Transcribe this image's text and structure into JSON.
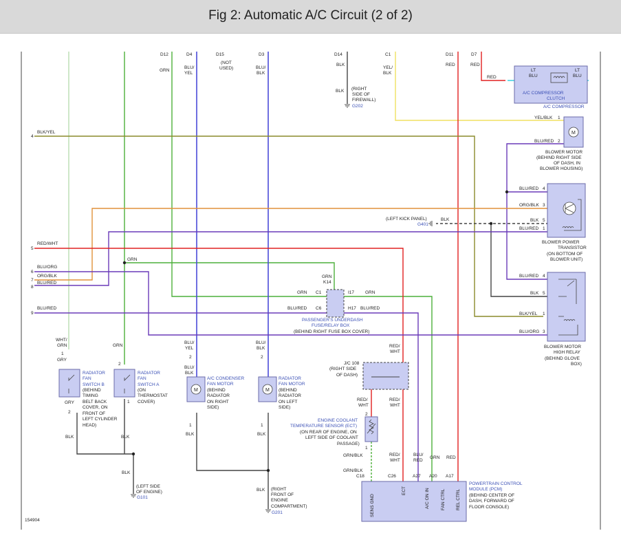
{
  "header": {
    "title": "Fig 2: Automatic A/C Circuit (2 of 2)"
  },
  "figure_id": "154904",
  "colors": {
    "title_bar": "#d9d9d9",
    "module_fill": "#c9cdf2",
    "wire_green": "#4caf3a",
    "wire_lightgreen": "#b8ddb0",
    "wire_blue": "#4a4ad8",
    "wire_red": "#e02020",
    "wire_yellow": "#f0e060",
    "wire_orange": "#e0913a",
    "wire_olive": "#8a8a2a",
    "wire_purple": "#6a3ab8",
    "wire_black": "#444444",
    "wire_cyan": "#3ad0e0"
  },
  "connectors_top": {
    "d12": "D12",
    "d4": "D4",
    "d15": "D15",
    "d3": "D3",
    "d14": "D14",
    "c1": "C1",
    "d11": "D11",
    "d7": "D7"
  },
  "wires_top": {
    "grn": "GRN",
    "blu_yel": "BLU/",
    "blu_yel2": "YEL",
    "not": "(NOT",
    "used": "USED)",
    "blu_blk": "BLU/",
    "blu_blk2": "BLK",
    "blk": "BLK",
    "yel_blk": "YEL/",
    "yel_blk2": "BLK",
    "red1": "RED",
    "red2": "RED"
  },
  "ground_g202": {
    "blk": "BLK",
    "l1": "(RIGHT",
    "l2": "SIDE OF",
    "l3": "FIREWALL)",
    "id": "G202"
  },
  "compressor": {
    "red": "RED",
    "lt_blu_left": "LT",
    "lt_blu_left2": "BLU",
    "lt_blu_right": "LT",
    "lt_blu_right2": "BLU",
    "clutch1": "A/C COMPRESSOR",
    "clutch2": "CLUTCH",
    "name": "A/C COMPRESSOR"
  },
  "blower_motor": {
    "w1": "YEL/BLK",
    "p1": "1",
    "w2": "BLU/RED",
    "p2": "2",
    "l1": "BLOWER MOTOR",
    "l2": "(BEHIND RIGHT SIDE",
    "l3": "OF DASH, IN",
    "l4": "BLOWER HOUSING)"
  },
  "blower_transistor": {
    "w4": "BLU/RED",
    "p4": "4",
    "w3": "ORG/BLK",
    "p3": "3",
    "w5": "BLK",
    "p5": "5",
    "w1": "BLU/RED",
    "p1": "1",
    "l1": "BLOWER POWER",
    "l2": "TRANSISTOR",
    "l3": "(ON BOTTOM OF",
    "l4": "BLOWER UNIT)"
  },
  "ground_g401": {
    "l1": "(LEFT KICK PANEL)",
    "id": "G401",
    "blk": "BLK"
  },
  "high_relay": {
    "w4": "BLU/RED",
    "p4": "4",
    "w5": "BLK",
    "p5": "5",
    "w1": "BLK/YEL",
    "p1": "1",
    "w3": "BLU/ORG",
    "p3": "3",
    "l1": "BLOWER MOTOR",
    "l2": "HIGH RELAY",
    "l3": "(BEHIND GLOVE",
    "l4": "BOX)"
  },
  "left_terminals": {
    "t4": "4",
    "w4": "BLK/YEL",
    "t5": "5",
    "w5": "RED/WHT",
    "t6": "6",
    "w6": "BLU/ORG",
    "t7": "7",
    "w7": "ORG/BLK",
    "t8": "8",
    "w8": "BLU/RED",
    "t9": "9",
    "w9": "BLU/RED"
  },
  "fuse_box": {
    "grn_k14": "GRN",
    "k14": "K14",
    "grn_c1": "GRN",
    "c1": "C1",
    "i17": "I17",
    "grn_i17": "GRN",
    "blured_c6": "BLU/RED",
    "c6": "C6",
    "h17": "H17",
    "blured_h17": "BLU/RED",
    "l1": "PASSENGER'S UNDERDASH",
    "l2": "FUSE/RELAY BOX",
    "l3": "(BEHIND RIGHT FUSE BOX COVER)",
    "grn_mid": "GRN"
  },
  "rad_fan_b": {
    "wg1": "WHT/",
    "wg2": "GRN",
    "p1": "1",
    "gry": "GRY",
    "gry2": "GRY",
    "p2": "2",
    "blk": "BLK",
    "n1": "RADIATOR",
    "n2": "FAN",
    "n3": "SWITCH B",
    "d1": "(BEHIND",
    "d2": "TIMING",
    "d3": "BELT BACK",
    "d4": "COVER, ON",
    "d5": "FRONT OF",
    "d6": "LEFT CYLINDER",
    "d7": "HEAD)"
  },
  "rad_fan_a": {
    "grn": "GRN",
    "p2": "2",
    "p1": "1",
    "blk": "BLK",
    "n1": "RADIATOR",
    "n2": "FAN",
    "n3": "SWITCH A",
    "d1": "(ON",
    "d2": "THERMOSTAT",
    "d3": "COVER)"
  },
  "ground_g101": {
    "blk": "BLK",
    "l1": "(LEFT SIDE",
    "l2": "OF ENGINE)",
    "id": "G101"
  },
  "cond_fan": {
    "w1": "BLU/",
    "w1b": "YEL",
    "p2": "2",
    "w2": "BLU/",
    "w2b": "BLK",
    "p1": "1",
    "blk": "BLK",
    "n1": "A/C CONDENSER",
    "n2": "FAN MOTOR",
    "d1": "(BEHIND",
    "d2": "RADIATOR",
    "d3": "ON RIGHT",
    "d4": "SIDE)"
  },
  "rad_fan_motor": {
    "w1": "BLU/",
    "w1b": "BLK",
    "p2": "2",
    "p1": "1",
    "blk": "BLK",
    "n1": "RADIATOR",
    "n2": "FAN MOTOR",
    "d1": "(BEHIND",
    "d2": "RADIATOR",
    "d3": "ON LEFT",
    "d4": "SIDE)"
  },
  "ground_g201": {
    "blk": "BLK",
    "l1": "(RIGHT",
    "l2": "FRONT OF",
    "l3": "ENGINE",
    "l4": "COMPARTMENT)",
    "id": "G201"
  },
  "jc108": {
    "rw1": "RED/",
    "rw1b": "WHT",
    "name": "J/C 108",
    "d1": "(RIGHT SIDE",
    "d2": "OF DASH)",
    "rw2": "RED/",
    "rw2b": "WHT",
    "rw3": "RED/",
    "rw3b": "WHT"
  },
  "ect": {
    "n1": "ENGINE COOLANT",
    "n2": "TEMPERATURE SENSOR (ECT)",
    "d1": "(ON REAR OF ENGINE, ON",
    "d2": "LEFT SIDE OF COOLANT",
    "d3": "PASSAGE)",
    "p2": "2",
    "p1": "1",
    "gb1": "GRN/BLK",
    "gb2": "GRN/BLK"
  },
  "pcm": {
    "rw": "RED/",
    "rwb": "WHT",
    "br": "BLU/",
    "brb": "RED",
    "grn": "GRN",
    "red": "RED",
    "c18": "C18",
    "c26": "C26",
    "a27": "A27",
    "a20": "A20",
    "a17": "A17",
    "pin1": "SENS GND",
    "pin2": "ECT",
    "pin3": "A/C ON IN",
    "pin4": "FAN CTRL",
    "pin5": "REL CTRL",
    "n1": "POWERTRAIN CONTROL",
    "n2": "MODULE (PCM)",
    "d1": "(BEHIND CENTER OF",
    "d2": "DASH, FORWARD OF",
    "d3": "FLOOR CONSOLE)"
  }
}
